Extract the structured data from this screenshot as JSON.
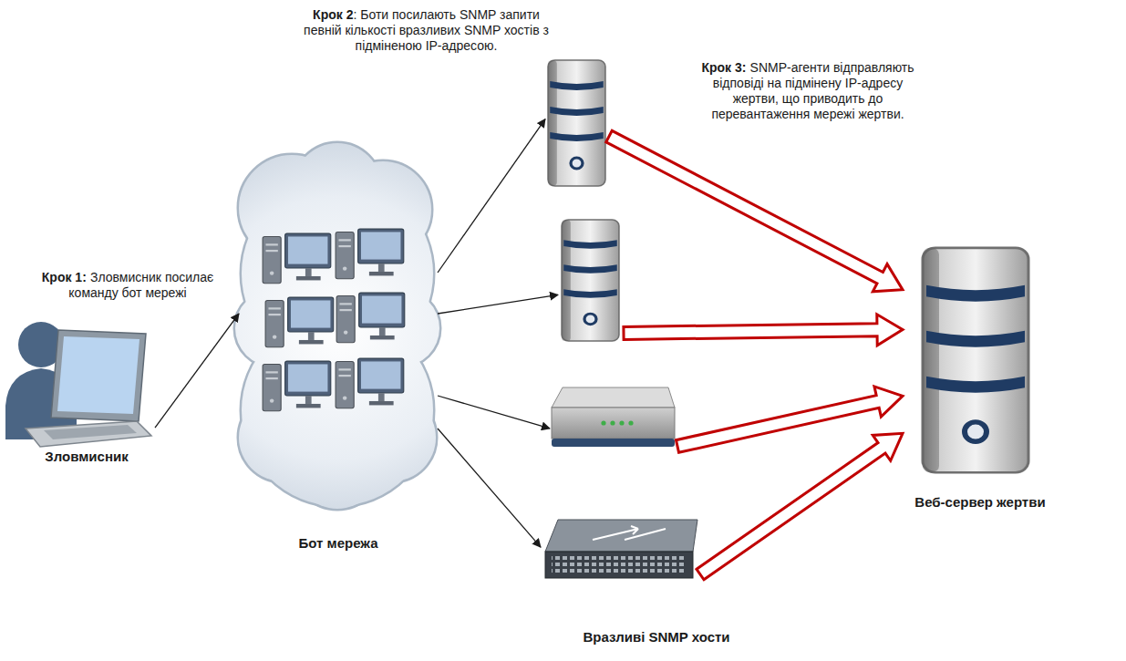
{
  "diagram": {
    "nodes": [
      {
        "text": [
          "Зловмисник"
        ]
      },
      {
        "text": [
          "Бот мережа"
        ]
      },
      {
        "text": []
      },
      {
        "text": []
      },
      {
        "text": []
      },
      {
        "text": []
      },
      {
        "text": [
          "Веб-сервер жертви"
        ]
      }
    ],
    "edges": [
      {
        "from": 0,
        "to": 1,
        "arrow": "to"
      },
      {
        "from": 1,
        "to": 2,
        "arrow": "to"
      },
      {
        "from": 1,
        "to": 3,
        "arrow": "to"
      },
      {
        "from": 1,
        "to": 4,
        "arrow": "to"
      },
      {
        "from": 1,
        "to": 5,
        "arrow": "to"
      },
      {
        "from": 2,
        "to": 6,
        "arrow": "to"
      },
      {
        "from": 3,
        "to": 6,
        "arrow": "to"
      },
      {
        "from": 4,
        "to": 6,
        "arrow": "to"
      },
      {
        "from": 5,
        "to": 6,
        "arrow": "to"
      }
    ],
    "labels": [
      "Крок 1:",
      "Зловмисник посилає команду бот мережі",
      "Крок 2",
      ": Боти посилають SNMP запити певній кількості вразливих SNMP хостів з підміненою IP-адресою.",
      "Крок 3:",
      "SNMP-агенти відправляють відповіді на підмінену IP-адресу жертви, що приводить до перевантаження мережі жертви.",
      "Вразливі SNMP хости"
    ]
  }
}
